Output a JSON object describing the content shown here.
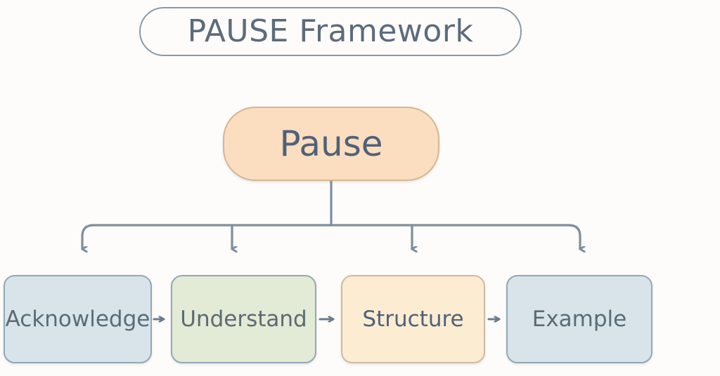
{
  "diagram": {
    "title": "PAUSE Framework",
    "background_color": "#fdfcfa",
    "root": {
      "label": "Pause",
      "fill": "#fbddc0",
      "stroke": "#d4b692",
      "text_color": "#4f6277"
    },
    "steps": [
      {
        "label": "Acknowledge",
        "fill": "#d8e4ea",
        "stroke": "#93a8b4",
        "text_color": "#5b6b75"
      },
      {
        "label": "Understand",
        "fill": "#e3ead5",
        "stroke": "#93a8b4",
        "text_color": "#5b6b75"
      },
      {
        "label": "Structure",
        "fill": "#fcecd2",
        "stroke": "#cdbba2",
        "text_color": "#4f6277"
      },
      {
        "label": "Example",
        "fill": "#d8e4ea",
        "stroke": "#93a8b4",
        "text_color": "#5b6b75"
      }
    ],
    "connector_color": "#7f8e9c",
    "title_stroke": "#8a99a8",
    "title_text_color": "#5d6b7a"
  }
}
